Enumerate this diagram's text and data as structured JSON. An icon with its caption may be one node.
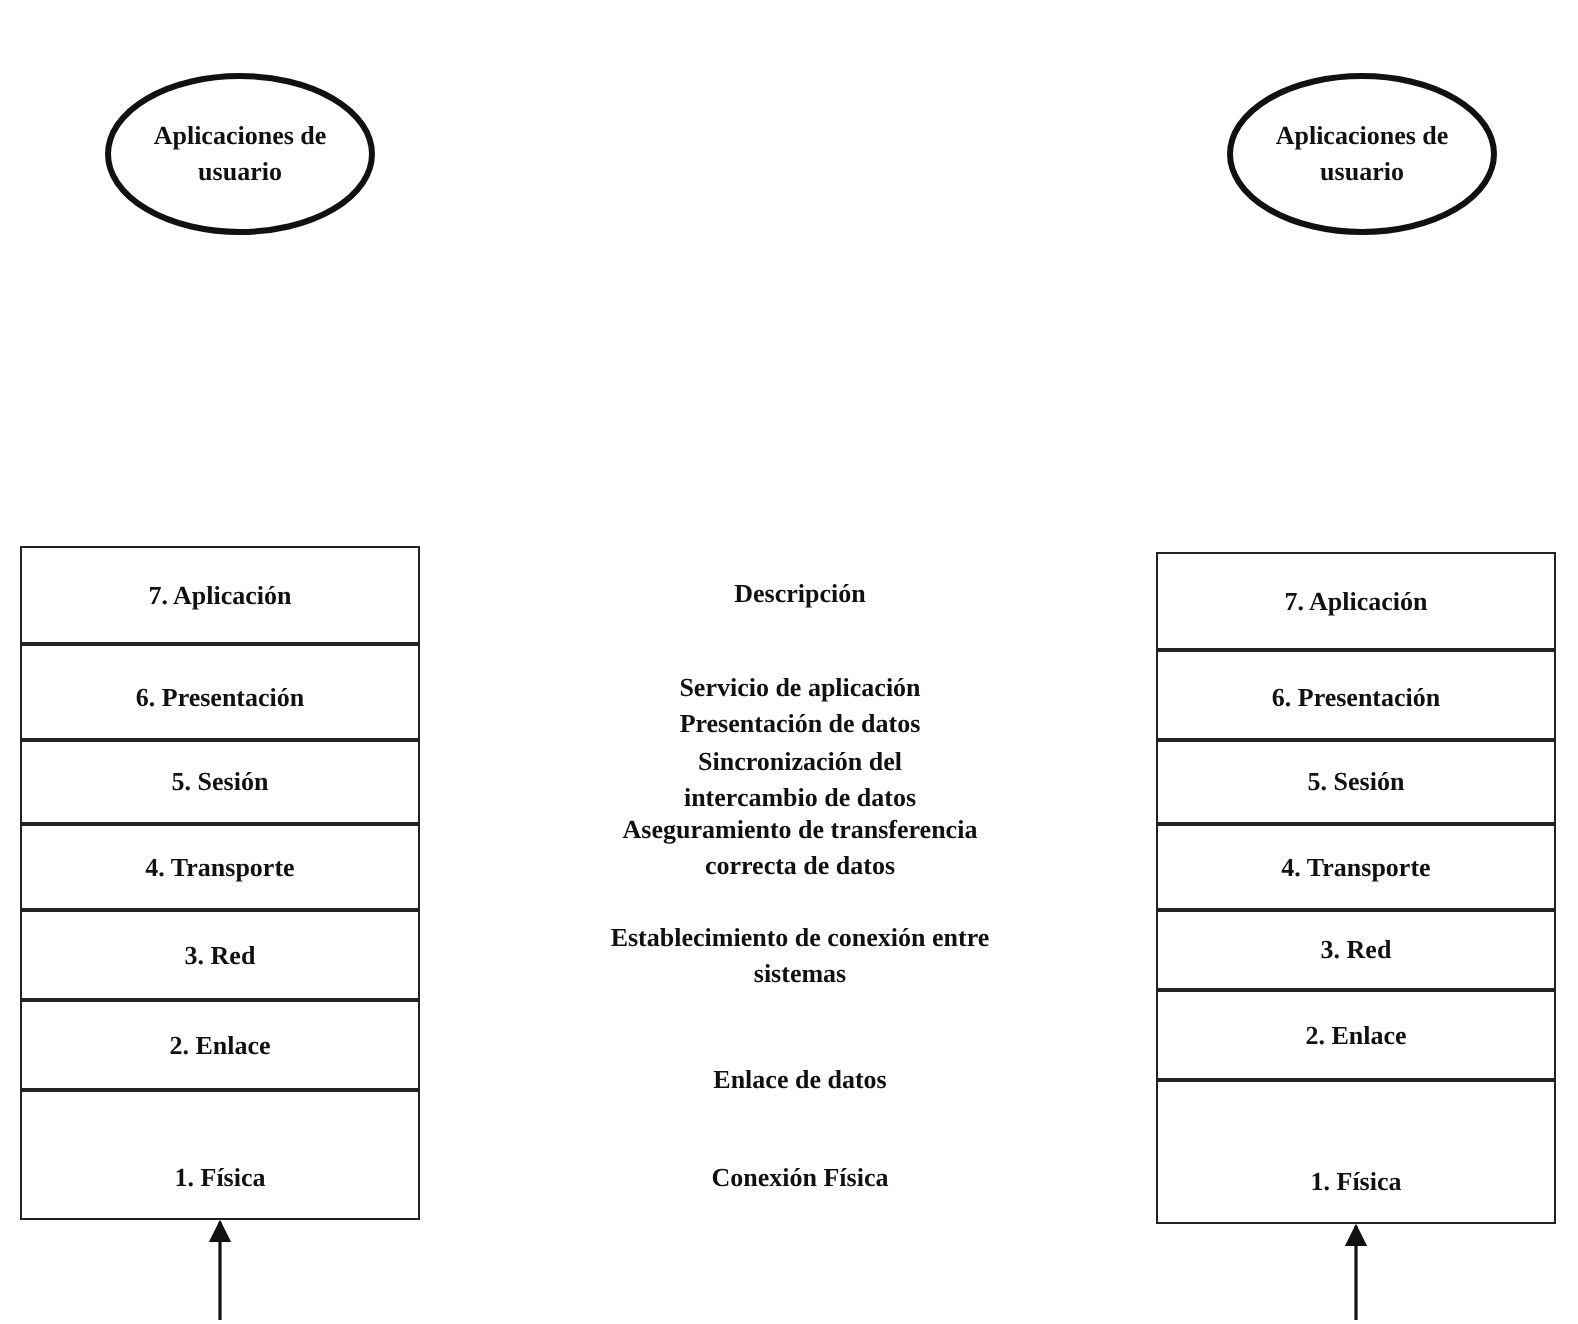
{
  "diagram": {
    "nodes": [
      {
        "text": [
          "Aplicaciones de usuario"
        ]
      },
      {
        "text": [
          "Aplicaciones de usuario"
        ]
      },
      {
        "text": [
          "7. Aplicación"
        ]
      },
      {
        "text": [
          "6. Presentación"
        ]
      },
      {
        "text": [
          "5. Sesión"
        ]
      },
      {
        "text": [
          "4. Transporte"
        ]
      },
      {
        "text": [
          "3. Red"
        ]
      },
      {
        "text": [
          "2. Enlace"
        ]
      },
      {
        "text": [
          "1. Física"
        ]
      },
      {
        "text": [
          "7. Aplicación"
        ]
      },
      {
        "text": [
          "6. Presentación"
        ]
      },
      {
        "text": [
          "5. Sesión"
        ]
      },
      {
        "text": [
          "4. Transporte"
        ]
      },
      {
        "text": [
          "3. Red"
        ]
      },
      {
        "text": [
          "2. Enlace"
        ]
      },
      {
        "text": [
          "1. Física"
        ]
      }
    ],
    "edges": [
      {
        "from": null,
        "to": 8,
        "arrow": "to"
      },
      {
        "from": null,
        "to": 15,
        "arrow": "to"
      }
    ],
    "labels": [
      "Descripción",
      "Servicio de aplicación",
      "Presentación de datos",
      "Sincronización del intercambio de datos",
      "Aseguramiento de transferencia correcta de datos",
      "Establecimiento de conexión entre sistemas",
      "Enlace de datos",
      "Conexión Física"
    ]
  }
}
